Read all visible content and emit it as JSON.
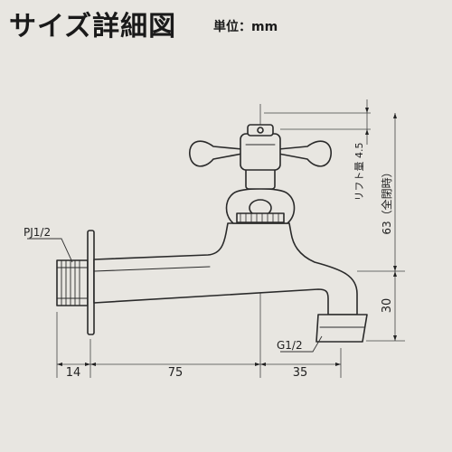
{
  "header": {
    "title": "サイズ詳細図",
    "unit": "単位：mm"
  },
  "labels": {
    "inlet_thread": "PJ1/2",
    "outlet_thread": "G1/2"
  },
  "dimensions": {
    "d_14": "14",
    "d_75": "75",
    "d_35": "35",
    "d_30": "30",
    "d_63": "63（全閉時）",
    "d_lift": "リフト量 4.5"
  },
  "colors": {
    "background": "#e8e6e1",
    "line": "#2a2a2a"
  }
}
